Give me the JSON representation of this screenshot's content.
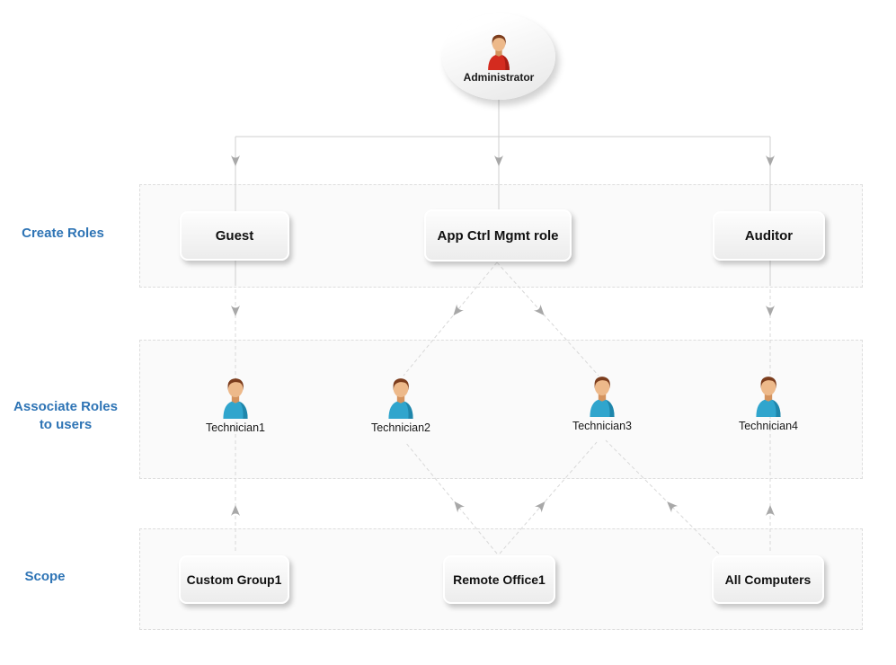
{
  "diagram": {
    "root_label": "Administrator",
    "rows": [
      {
        "label": "Create Roles",
        "nodes": [
          {
            "label": "Guest"
          },
          {
            "label": "App Ctrl Mgmt role"
          },
          {
            "label": "Auditor"
          }
        ]
      },
      {
        "label_line1": "Associate Roles",
        "label_line2": "to users",
        "nodes": [
          {
            "label": "Technician1"
          },
          {
            "label": "Technician2"
          },
          {
            "label": "Technician3"
          },
          {
            "label": "Technician4"
          }
        ]
      },
      {
        "label": "Scope",
        "nodes": [
          {
            "label": "Custom Group1"
          },
          {
            "label": "Remote Office1"
          },
          {
            "label": "All Computers"
          }
        ]
      }
    ],
    "colors": {
      "row_label_blue": "#2e74b5",
      "admin_shirt": "#d42b1f",
      "admin_shirt_dark": "#a81d14",
      "tech_shirt": "#30a5cd",
      "tech_shirt_dark": "#1f86ab",
      "skin": "#edb98a",
      "neck": "#d4935e",
      "hair": "#7c3d1d"
    }
  }
}
